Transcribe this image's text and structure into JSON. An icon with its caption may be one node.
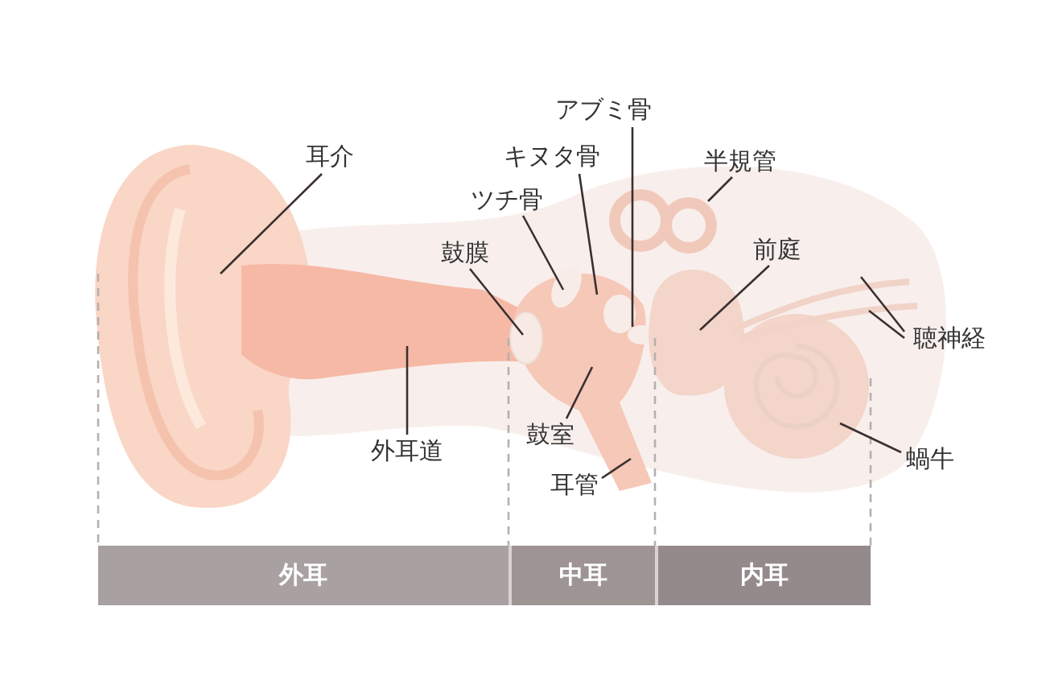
{
  "diagram": {
    "nodes": [
      {
        "text": [
          "耳介"
        ]
      },
      {
        "text": [
          "アブミ骨"
        ]
      },
      {
        "text": [
          "キヌタ骨"
        ]
      },
      {
        "text": [
          "ツチ骨"
        ]
      },
      {
        "text": [
          "鼓膜"
        ]
      },
      {
        "text": [
          "半規管"
        ]
      },
      {
        "text": [
          "前庭"
        ]
      },
      {
        "text": [
          "聴神経"
        ]
      },
      {
        "text": [
          "外耳道"
        ]
      },
      {
        "text": [
          "鼓室"
        ]
      },
      {
        "text": [
          "耳管"
        ]
      },
      {
        "text": [
          "蝸牛"
        ]
      },
      {
        "text": [
          "外耳"
        ]
      },
      {
        "text": [
          "中耳"
        ]
      },
      {
        "text": [
          "内耳"
        ]
      }
    ],
    "edges": [
      {
        "from": 0,
        "to": null,
        "arrow": "none"
      },
      {
        "from": 1,
        "to": null,
        "arrow": "none"
      },
      {
        "from": 2,
        "to": null,
        "arrow": "none"
      },
      {
        "from": 3,
        "to": null,
        "arrow": "none"
      },
      {
        "from": 4,
        "to": null,
        "arrow": "none"
      },
      {
        "from": 5,
        "to": null,
        "arrow": "none"
      },
      {
        "from": 6,
        "to": null,
        "arrow": "none"
      },
      {
        "from": 7,
        "to": null,
        "arrow": "none"
      },
      {
        "from": 7,
        "to": null,
        "arrow": "none"
      },
      {
        "from": 8,
        "to": null,
        "arrow": "none"
      },
      {
        "from": 9,
        "to": null,
        "arrow": "none"
      },
      {
        "from": 10,
        "to": null,
        "arrow": "none"
      },
      {
        "from": 11,
        "to": null,
        "arrow": "none"
      }
    ]
  }
}
